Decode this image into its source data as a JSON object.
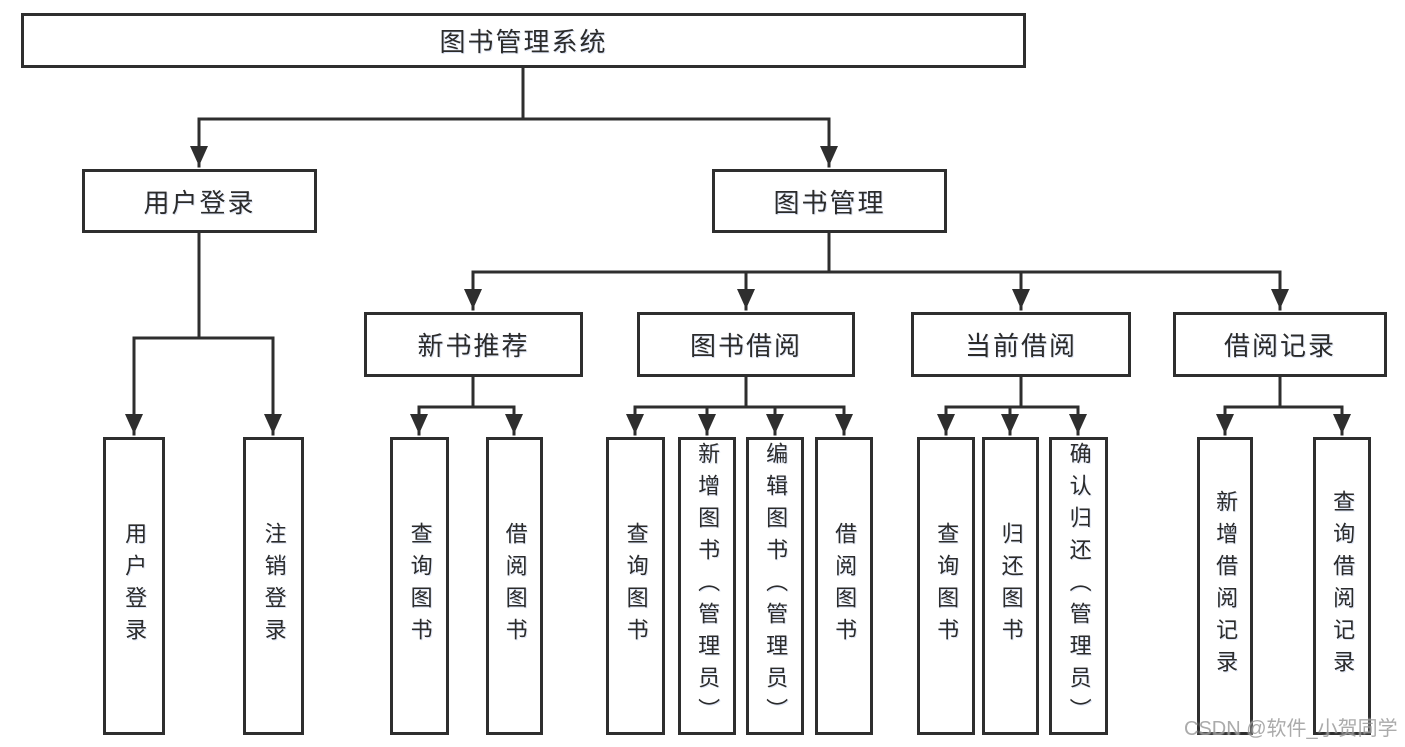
{
  "diagram": {
    "tree": {
      "label": "图书管理系统",
      "children": [
        {
          "label": "用户登录",
          "children": [
            {
              "label": "用户登录"
            },
            {
              "label": "注销登录"
            }
          ]
        },
        {
          "label": "图书管理",
          "children": [
            {
              "label": "新书推荐",
              "children": [
                {
                  "label": "查询图书"
                },
                {
                  "label": "借阅图书"
                }
              ]
            },
            {
              "label": "图书借阅",
              "children": [
                {
                  "label": "查询图书"
                },
                {
                  "label": "新增图书（管理员）"
                },
                {
                  "label": "编辑图书（管理员）"
                },
                {
                  "label": "借阅图书"
                }
              ]
            },
            {
              "label": "当前借阅",
              "children": [
                {
                  "label": "查询图书"
                },
                {
                  "label": "归还图书"
                },
                {
                  "label": "确认归还（管理员）"
                }
              ]
            },
            {
              "label": "借阅记录",
              "children": [
                {
                  "label": "新增借阅记录"
                },
                {
                  "label": "查询借阅记录"
                }
              ]
            }
          ]
        }
      ]
    },
    "line_color": "#2e2e2e",
    "watermark": "CSDN @软件_小贺同学"
  }
}
